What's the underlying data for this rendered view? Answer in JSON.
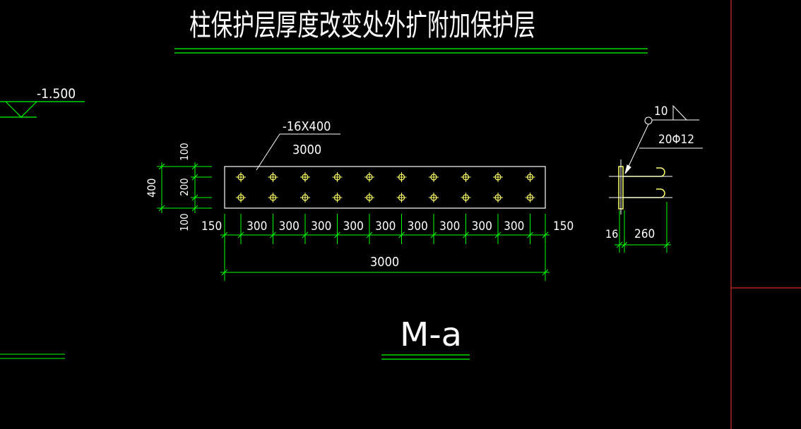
{
  "colors": {
    "background": "#000000",
    "green": "#00ff00",
    "white": "#ffffff",
    "yellow": "#ffff66",
    "red": "#ff3333"
  },
  "drawing": {
    "title": "柱保护层厚度改变处外扩附加保护层",
    "elevation": "-1.500",
    "plate_spec": "-16X400",
    "plate_length": "3000",
    "height_dims": {
      "total": "400",
      "top": "100",
      "middle": "200",
      "bottom": "100"
    },
    "bottom_dims": {
      "left_end": "150",
      "spacings": [
        "300",
        "300",
        "300",
        "300",
        "300",
        "300",
        "300",
        "300",
        "300"
      ],
      "right_end": "150",
      "total": "3000"
    },
    "section": {
      "weld_size": "10",
      "bar_spec": "20Φ12",
      "thickness": "16",
      "bar_length": "260"
    },
    "label": "M-a"
  }
}
